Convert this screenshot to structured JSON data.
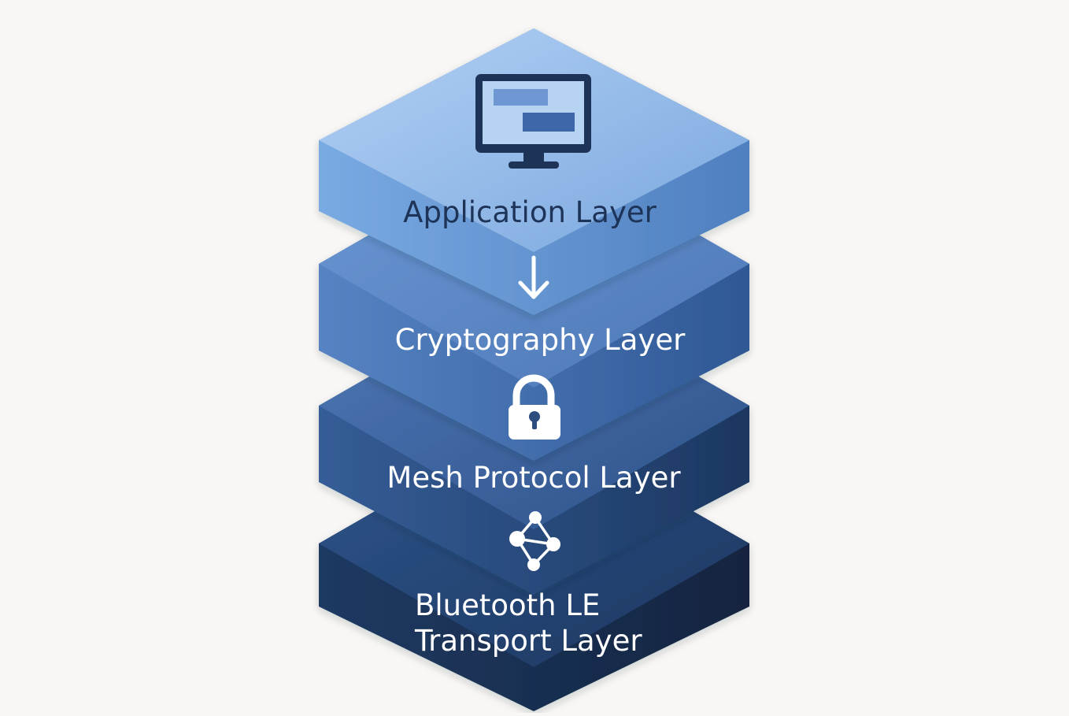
{
  "layers": [
    {
      "label": "Application Layer",
      "icon": "monitor-icon",
      "colors": {
        "top_light": "#b2d1f4",
        "top_dark": "#7aa7de",
        "side_light": "#7aaae2",
        "side_dark": "#4f7fbf",
        "text": "#1d3357"
      }
    },
    {
      "label": "Cryptography Layer",
      "icon": "down-arrow-icon",
      "colors": {
        "top_light": "#6c98d4",
        "top_dark": "#4d77b6",
        "side_light": "#5683c3",
        "side_dark": "#2f5894",
        "text": "#ffffff"
      }
    },
    {
      "label": "Mesh Protocol Layer",
      "icon": "lock-icon",
      "colors": {
        "top_light": "#4f79b7",
        "top_dark": "#2e5189",
        "side_light": "#355d97",
        "side_dark": "#1c3760",
        "text": "#ffffff"
      }
    },
    {
      "label_lines": [
        "Bluetooth LE",
        "Transport Layer"
      ],
      "icon": "network-nodes-icon",
      "colors": {
        "top_light": "#2f568e",
        "top_dark": "#1c365e",
        "side_light": "#1f3a63",
        "side_dark": "#13243f",
        "text": "#ffffff"
      }
    }
  ]
}
